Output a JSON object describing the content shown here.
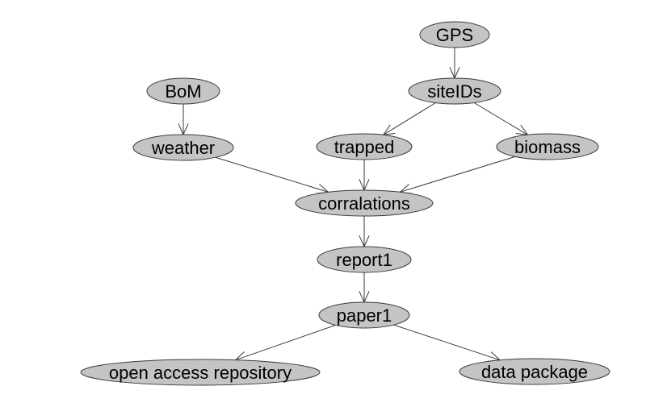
{
  "graph": {
    "nodes": [
      {
        "id": "gps",
        "label": "GPS"
      },
      {
        "id": "bom",
        "label": "BoM"
      },
      {
        "id": "siteids",
        "label": "siteIDs"
      },
      {
        "id": "weather",
        "label": "weather"
      },
      {
        "id": "trapped",
        "label": "trapped"
      },
      {
        "id": "biomass",
        "label": "biomass"
      },
      {
        "id": "corralations",
        "label": "corralations"
      },
      {
        "id": "report1",
        "label": "report1"
      },
      {
        "id": "paper1",
        "label": "paper1"
      },
      {
        "id": "open-access-repository",
        "label": "open access repository"
      },
      {
        "id": "data-package",
        "label": "data package"
      }
    ],
    "edges": [
      {
        "from": "gps",
        "to": "siteids"
      },
      {
        "from": "bom",
        "to": "weather"
      },
      {
        "from": "siteids",
        "to": "trapped"
      },
      {
        "from": "siteids",
        "to": "biomass"
      },
      {
        "from": "weather",
        "to": "corralations"
      },
      {
        "from": "trapped",
        "to": "corralations"
      },
      {
        "from": "biomass",
        "to": "corralations"
      },
      {
        "from": "corralations",
        "to": "report1"
      },
      {
        "from": "report1",
        "to": "paper1"
      },
      {
        "from": "paper1",
        "to": "open-access-repository"
      },
      {
        "from": "paper1",
        "to": "data-package"
      }
    ],
    "colors": {
      "node_fill": "#c4c4c4",
      "stroke": "#3a3a3a",
      "text": "#000000"
    }
  }
}
